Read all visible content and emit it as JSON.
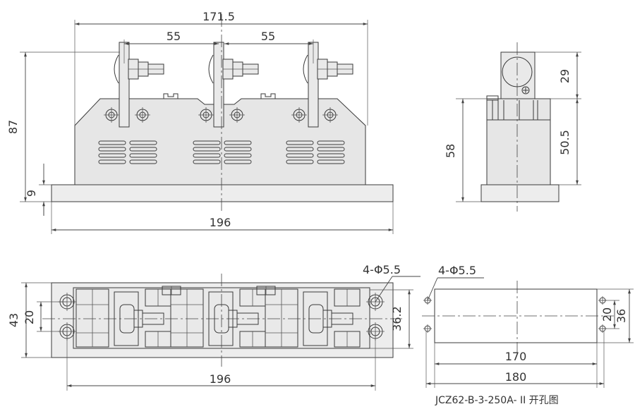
{
  "front_view": {
    "dim_overall_top": "171.5",
    "dim_pitch_left": "55",
    "dim_pitch_right": "55",
    "dim_height": "87",
    "dim_base": "9",
    "dim_base_width": "196"
  },
  "side_view": {
    "dim_top": "29",
    "dim_body": "50.5",
    "dim_height": "58"
  },
  "plan_view": {
    "hole_note": "4-Φ5.5",
    "dim_width": "43",
    "dim_hole_spacing": "20",
    "dim_inner": "36.2",
    "dim_length": "196"
  },
  "cutout_view": {
    "hole_note": "4-Φ5.5",
    "dim_hole_spacing": "20",
    "dim_height": "36",
    "dim_hole_length": "170",
    "dim_length": "180",
    "caption": "JCZ62-B-3-250A- II 开孔图"
  }
}
